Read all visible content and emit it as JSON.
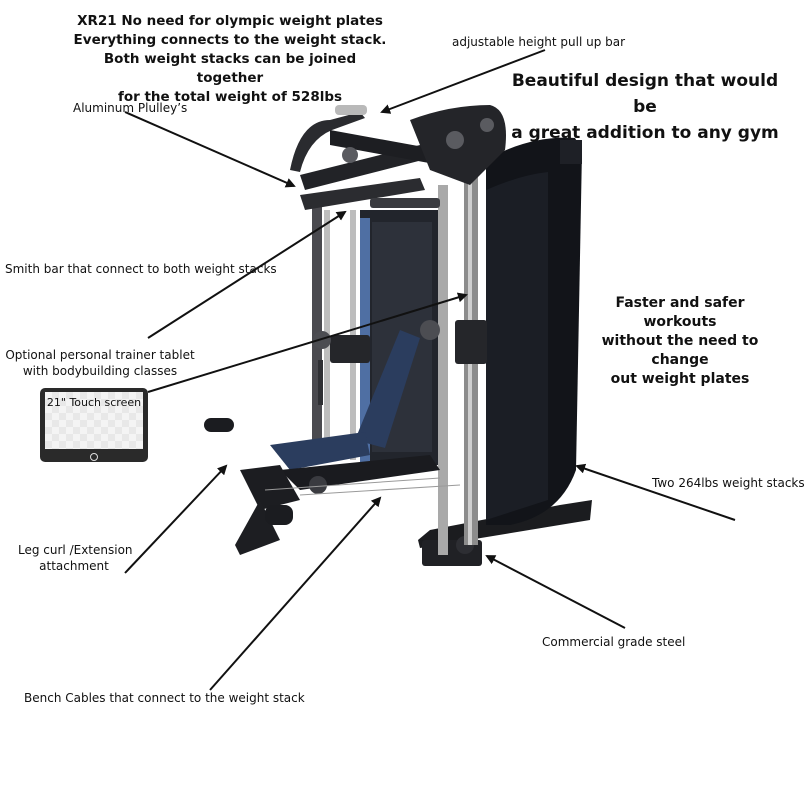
{
  "headline": {
    "line1": "XR21 No need for olympic weight plates",
    "line2": "Everything connects to the weight stack.",
    "line3": "Both weight stacks can be joined together",
    "line4": "for the total weight of 528lbs"
  },
  "callouts": {
    "pull_up_bar": "adjustable height pull up bar",
    "pulleys": "Aluminum Plulley’s",
    "smith_bar": "Smith bar that connect to both weight stacks",
    "tablet_line1": "Optional personal trainer tablet",
    "tablet_line2": "with bodybuilding classes",
    "leg_curl_line1": "Leg curl /Extension",
    "leg_curl_line2": "attachment",
    "bench_cables": "Bench Cables that connect to the weight stack",
    "weight_stacks": "Two 264lbs weight stacks",
    "steel": "Commercial grade steel"
  },
  "highlights": {
    "design_line1": "Beautiful design that would be",
    "design_line2": "a great addition to any gym",
    "faster_line1": "Faster and safer workouts",
    "faster_line2": "without the need to change",
    "faster_line3": "out weight plates"
  },
  "tablet": {
    "screen_text": "21\" Touch screen"
  },
  "colors": {
    "frame": "#1c1d20",
    "shroud": "#0f1116",
    "seat": "#2b3d5e",
    "chrome": "#b9b9b9"
  }
}
